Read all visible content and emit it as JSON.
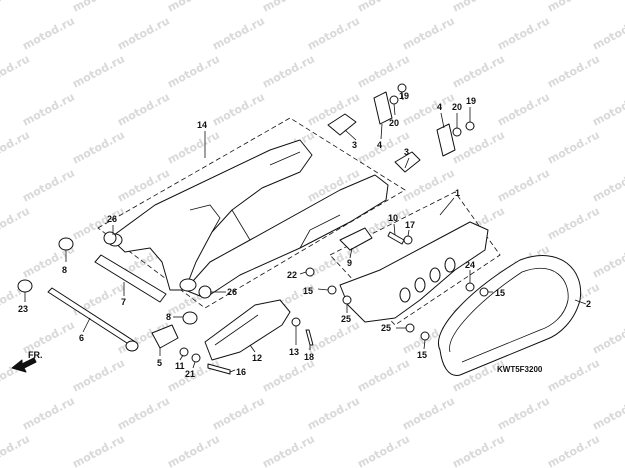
{
  "watermark": {
    "text": "motod.ru"
  },
  "direction_label": "FR.",
  "drawing_code": "KWT5F3200",
  "callouts": [
    {
      "id": "c1",
      "label": "1"
    },
    {
      "id": "c2",
      "label": "2"
    },
    {
      "id": "c3a",
      "label": "3"
    },
    {
      "id": "c3b",
      "label": "3"
    },
    {
      "id": "c4a",
      "label": "4"
    },
    {
      "id": "c4b",
      "label": "4"
    },
    {
      "id": "c5",
      "label": "5"
    },
    {
      "id": "c6",
      "label": "6"
    },
    {
      "id": "c7",
      "label": "7"
    },
    {
      "id": "c8a",
      "label": "8"
    },
    {
      "id": "c8b",
      "label": "8"
    },
    {
      "id": "c9",
      "label": "9"
    },
    {
      "id": "c10",
      "label": "10"
    },
    {
      "id": "c11",
      "label": "11"
    },
    {
      "id": "c12",
      "label": "12"
    },
    {
      "id": "c13",
      "label": "13"
    },
    {
      "id": "c14",
      "label": "14"
    },
    {
      "id": "c15a",
      "label": "15"
    },
    {
      "id": "c15b",
      "label": "15"
    },
    {
      "id": "c15c",
      "label": "15"
    },
    {
      "id": "c16",
      "label": "16"
    },
    {
      "id": "c17",
      "label": "17"
    },
    {
      "id": "c18",
      "label": "18"
    },
    {
      "id": "c19a",
      "label": "19"
    },
    {
      "id": "c19b",
      "label": "19"
    },
    {
      "id": "c20a",
      "label": "20"
    },
    {
      "id": "c20b",
      "label": "20"
    },
    {
      "id": "c21",
      "label": "21"
    },
    {
      "id": "c22",
      "label": "22"
    },
    {
      "id": "c23",
      "label": "23"
    },
    {
      "id": "c24",
      "label": "24"
    },
    {
      "id": "c25a",
      "label": "25"
    },
    {
      "id": "c25b",
      "label": "25"
    },
    {
      "id": "c26a",
      "label": "26"
    },
    {
      "id": "c26b",
      "label": "26"
    }
  ]
}
